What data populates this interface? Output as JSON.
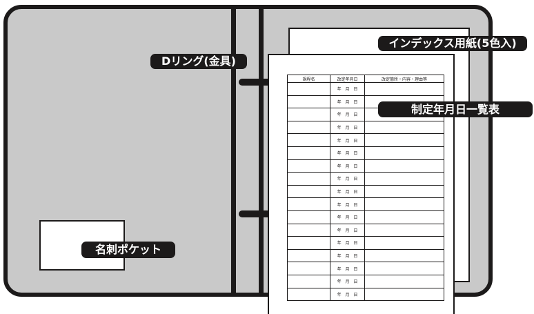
{
  "labels": {
    "index_paper": "インデックス用紙(5色入)",
    "d_ring": "Dリング(金具)",
    "revision_list": "制定年月日一覧表",
    "card_pocket": "名刺ポケット"
  },
  "revision_table": {
    "headers": [
      "規程名",
      "改定年月日",
      "改定箇所・内容・理由等"
    ],
    "rows": [
      {
        "regulation": "",
        "revised_on": "年 月 日",
        "details": ""
      },
      {
        "regulation": "",
        "revised_on": "年 月 日",
        "details": ""
      },
      {
        "regulation": "",
        "revised_on": "年 月 日",
        "details": ""
      },
      {
        "regulation": "",
        "revised_on": "年 月 日",
        "details": ""
      },
      {
        "regulation": "",
        "revised_on": "年 月 日",
        "details": ""
      },
      {
        "regulation": "",
        "revised_on": "年 月 日",
        "details": ""
      },
      {
        "regulation": "",
        "revised_on": "年 月 日",
        "details": ""
      },
      {
        "regulation": "",
        "revised_on": "年 月 日",
        "details": ""
      },
      {
        "regulation": "",
        "revised_on": "年 月 日",
        "details": ""
      },
      {
        "regulation": "",
        "revised_on": "年 月 日",
        "details": ""
      },
      {
        "regulation": "",
        "revised_on": "年 月 日",
        "details": ""
      },
      {
        "regulation": "",
        "revised_on": "年 月 日",
        "details": ""
      },
      {
        "regulation": "",
        "revised_on": "年 月 日",
        "details": ""
      },
      {
        "regulation": "",
        "revised_on": "年 月 日",
        "details": ""
      },
      {
        "regulation": "",
        "revised_on": "年 月 日",
        "details": ""
      },
      {
        "regulation": "",
        "revised_on": "年 月 日",
        "details": ""
      },
      {
        "regulation": "",
        "revised_on": "年 月 日",
        "details": ""
      }
    ]
  },
  "colors": {
    "ink": "#1c1a1a",
    "cover": "#c9c9c9",
    "paper": "#ffffff",
    "label_text": "#ffffff"
  }
}
